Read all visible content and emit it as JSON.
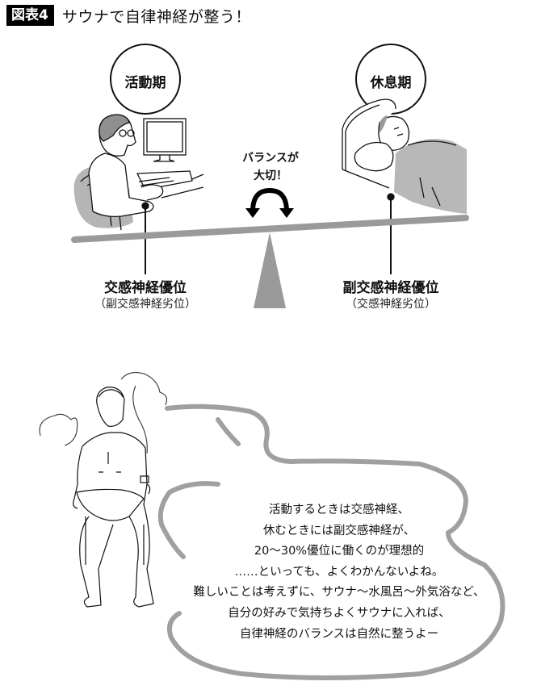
{
  "header": {
    "badge": "図表4",
    "title": "サウナで自律神経が整う！"
  },
  "seesaw": {
    "left_circle": "活動期",
    "right_circle": "休息期",
    "center_label_line1": "バランスが",
    "center_label_line2": "大切！",
    "left_state": "交感神経優位",
    "left_state_sub": "（副交感神経劣位）",
    "right_state": "副交感神経優位",
    "right_state_sub": "（交感神経劣位）",
    "left_figure": "man-at-computer",
    "right_figure": "man-sleeping-in-bed",
    "beam_color": "#999999",
    "fulcrum_color": "#9a9a9a"
  },
  "sauna": {
    "figure": "man-sitting-in-chair-with-towel",
    "bubble_color": "#a0a0a0",
    "bubble_lines": [
      "活動するときは交感神経、",
      "休むときには副交感神経が、",
      "20〜30%優位に働くのが理想的",
      "……といっても、よくわかんないよね。",
      "難しいことは考えずに、サウナ〜水風呂〜外気浴など、",
      "自分の好みで気持ちよくサウナに入れば、",
      "自律神経のバランスは自然に整うよー"
    ]
  }
}
